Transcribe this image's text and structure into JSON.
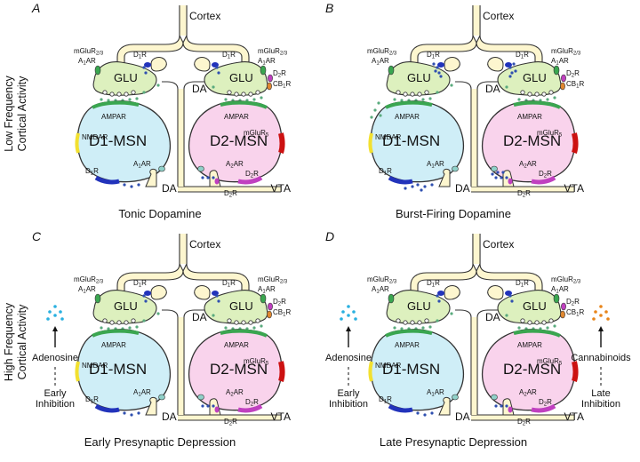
{
  "row_labels": {
    "top": [
      "Low Frequency",
      "Cortical Activity"
    ],
    "bottom": [
      "High Frequency",
      "Cortical Activity"
    ]
  },
  "panels": [
    {
      "letter": "A",
      "caption": "Tonic Dopamine",
      "burst": false,
      "left_signal": null,
      "right_signal": null
    },
    {
      "letter": "B",
      "caption": "Burst-Firing Dopamine",
      "burst": true,
      "left_signal": null,
      "right_signal": null
    },
    {
      "letter": "C",
      "caption": "Early Presynaptic Depression",
      "burst": false,
      "left_signal": {
        "name": "Adenosine",
        "label": [
          "Early",
          "Inhibition"
        ],
        "color": "#2ab0e0"
      },
      "right_signal": null
    },
    {
      "letter": "D",
      "caption": "Late Presynaptic Depression",
      "burst": false,
      "left_signal": {
        "name": "Adenosine",
        "label": [
          "Early",
          "Inhibition"
        ],
        "color": "#2ab0e0"
      },
      "right_signal": {
        "name": "Cannabinoids",
        "label": [
          "Late",
          "Inhibition"
        ],
        "color": "#e8851a"
      }
    }
  ],
  "labels": {
    "cortex": "Cortex",
    "vta": "VTA",
    "da": "DA",
    "glu": "GLU",
    "d1_msn": "D1-MSN",
    "d2_msn": "D2-MSN",
    "ampar": "AMPAR",
    "nmdar": "NMDAR",
    "mglur5": "mGluR5",
    "a1ar": "A1AR",
    "a2ar": "A2AR",
    "d1r": "D1R",
    "d2r": "D2R",
    "cb1r": "CB1R",
    "mglur23": "mGluR2/3"
  },
  "colors": {
    "axon_fill": "#fdf6cf",
    "terminal_fill": "#ddf0be",
    "d1_fill": "#cfeef7",
    "d2_fill": "#f9d3ec",
    "da_dot": "#2f4fb0",
    "glu_dot": "#5aab7e",
    "receptor_blue": "#2233bb",
    "receptor_red": "#cc1111",
    "receptor_yellow": "#f2e030",
    "receptor_green": "#3aa650",
    "receptor_purple": "#c040c0",
    "receptor_orange": "#e08830"
  }
}
